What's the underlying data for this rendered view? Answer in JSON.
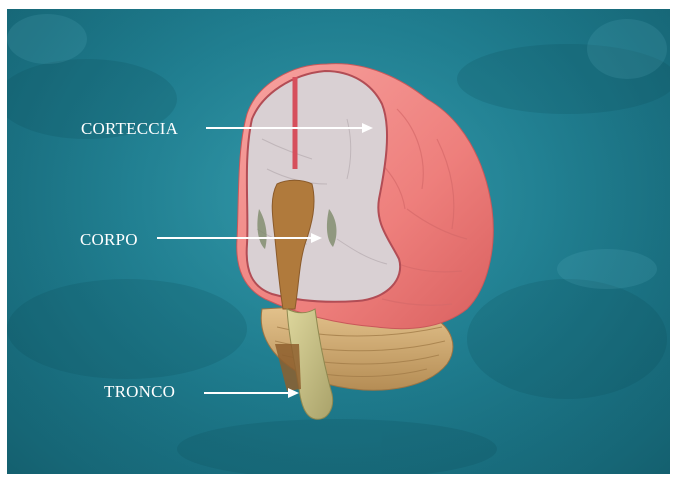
{
  "labels": {
    "corteccia": "CORTECCIA",
    "corpo": "CORPO",
    "tronco": "TRONCO"
  },
  "colors": {
    "background": "#1f7f92",
    "cortex": "#f28b86",
    "white_matter": "#d8cfd2",
    "corpus": "#b07a3c",
    "cerebellum": "#d4b17a",
    "brainstem": "#c9c38a",
    "label_text": "#ffffff",
    "arrow": "#ffffff"
  }
}
